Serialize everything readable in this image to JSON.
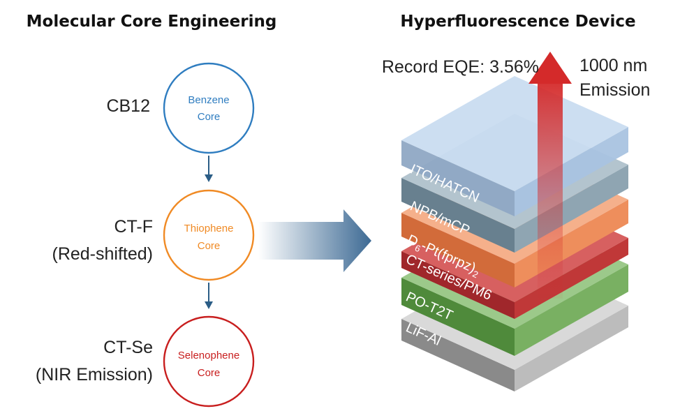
{
  "left_panel": {
    "title": "Molecular Core Engineering",
    "cores": [
      {
        "label": "CB12",
        "sublabel": "",
        "core_line1": "Benzene",
        "core_line2": "Core",
        "color": "#2f7dc0"
      },
      {
        "label": "CT-F",
        "sublabel": "(Red-shifted)",
        "core_line1": "Thiophene",
        "core_line2": "Core",
        "color": "#f08a24"
      },
      {
        "label": "CT-Se",
        "sublabel": "(NIR Emission)",
        "core_line1": "Selenophene",
        "core_line2": "Core",
        "color": "#c81e1e"
      }
    ],
    "arrow_color": "#2b5d86"
  },
  "right_panel": {
    "title": "Hyperfluorescence Device",
    "eqe_label": "Record EQE: 3.56%",
    "emission_line1": "1000 nm",
    "emission_line2": "Emission",
    "layers": [
      {
        "name": "ITO/HATCN",
        "color": "#9fbfe0"
      },
      {
        "name": "NPB/mCP",
        "color": "#7f96a8"
      },
      {
        "name": "D6-Pt(fprpz)2",
        "color": "#ea8a56"
      },
      {
        "name": "CT-series/PM6",
        "color": "#b73a3a"
      },
      {
        "name": "PO-T2T",
        "color": "#6aa454"
      },
      {
        "name": "LiF-Al",
        "color": "#a7a7a7"
      }
    ]
  },
  "colors": {
    "big_arrow": "#3d6a94",
    "emission_arrow": "#d42a2a"
  }
}
